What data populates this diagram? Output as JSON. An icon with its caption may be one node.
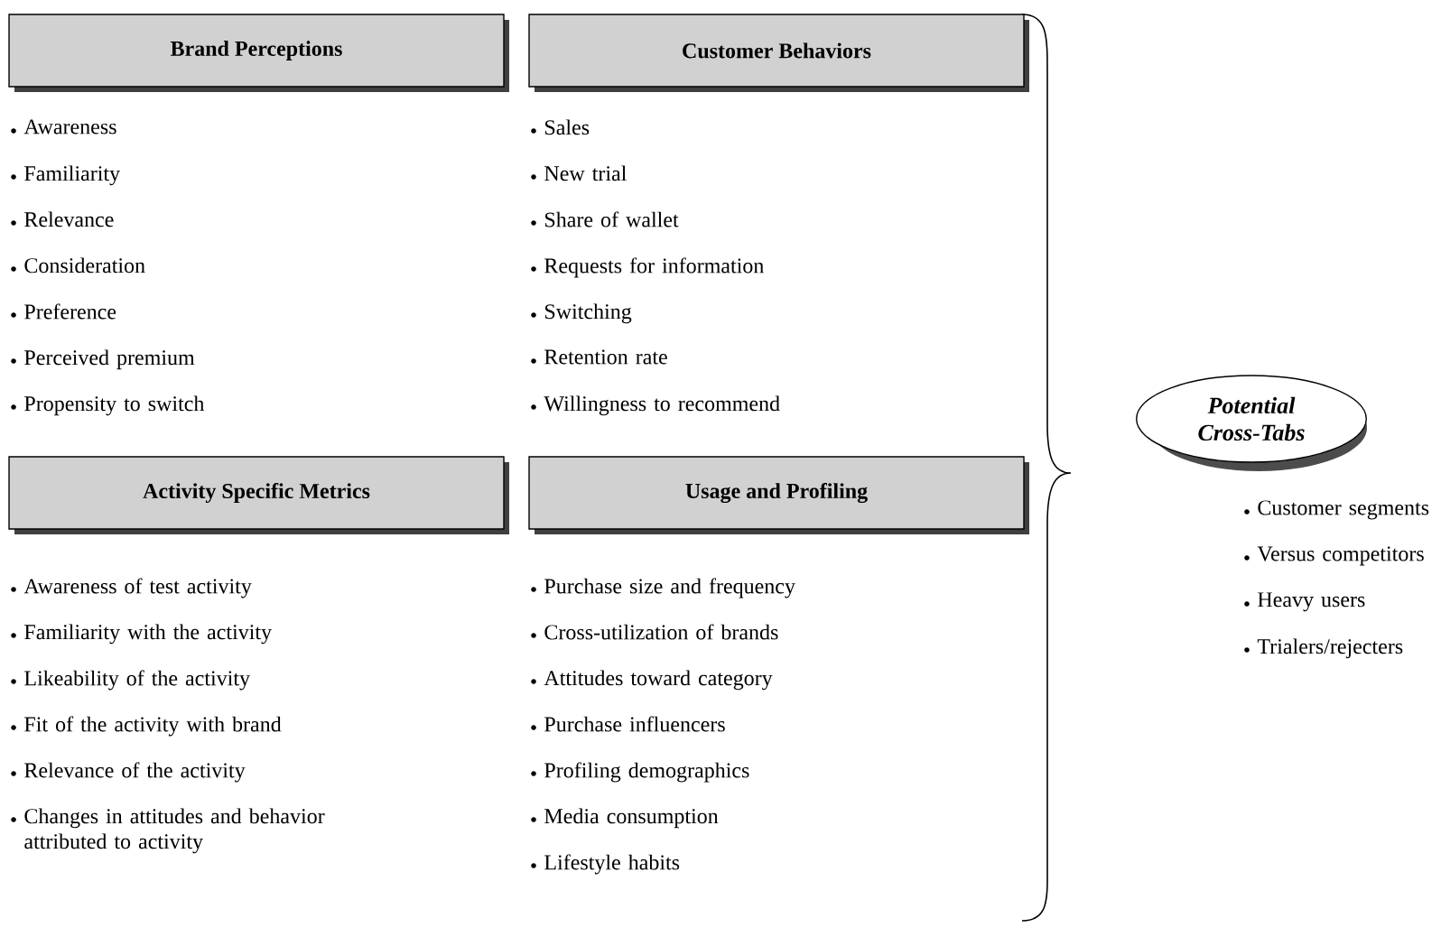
{
  "diagram": {
    "nodes": [
      {
        "text": [
          "Brand Perceptions"
        ],
        "beside": [
          "Awareness",
          "Familiarity",
          "Relevance",
          "Consideration",
          "Preference",
          "Perceived premium",
          "Propensity to switch"
        ]
      },
      {
        "text": [
          "Customer Behaviors"
        ],
        "beside": [
          "Sales",
          "New trial",
          "Share of wallet",
          "Requests for information",
          "Switching",
          "Retention rate",
          "Willingness to recommend"
        ]
      },
      {
        "text": [
          "Activity Specific Metrics"
        ],
        "beside": [
          "Awareness of test activity",
          "Familiarity with the activity",
          "Likeability of the activity",
          "Fit of the activity with brand",
          "Relevance of the activity",
          "Changes in attitudes and behavior attributed to activity"
        ]
      },
      {
        "text": [
          "Usage and Profiling"
        ],
        "beside": [
          "Purchase size and frequency",
          "Cross-utilization of brands",
          "Attitudes toward category",
          "Purchase influencers",
          "Profiling demographics",
          "Media consumption",
          "Lifestyle habits"
        ]
      },
      {
        "text": [
          "Potential Cross-Tabs"
        ],
        "beside": [
          "Customer segments",
          "Versus competitors",
          "Heavy users",
          "Trialers/rejecters"
        ]
      }
    ]
  }
}
